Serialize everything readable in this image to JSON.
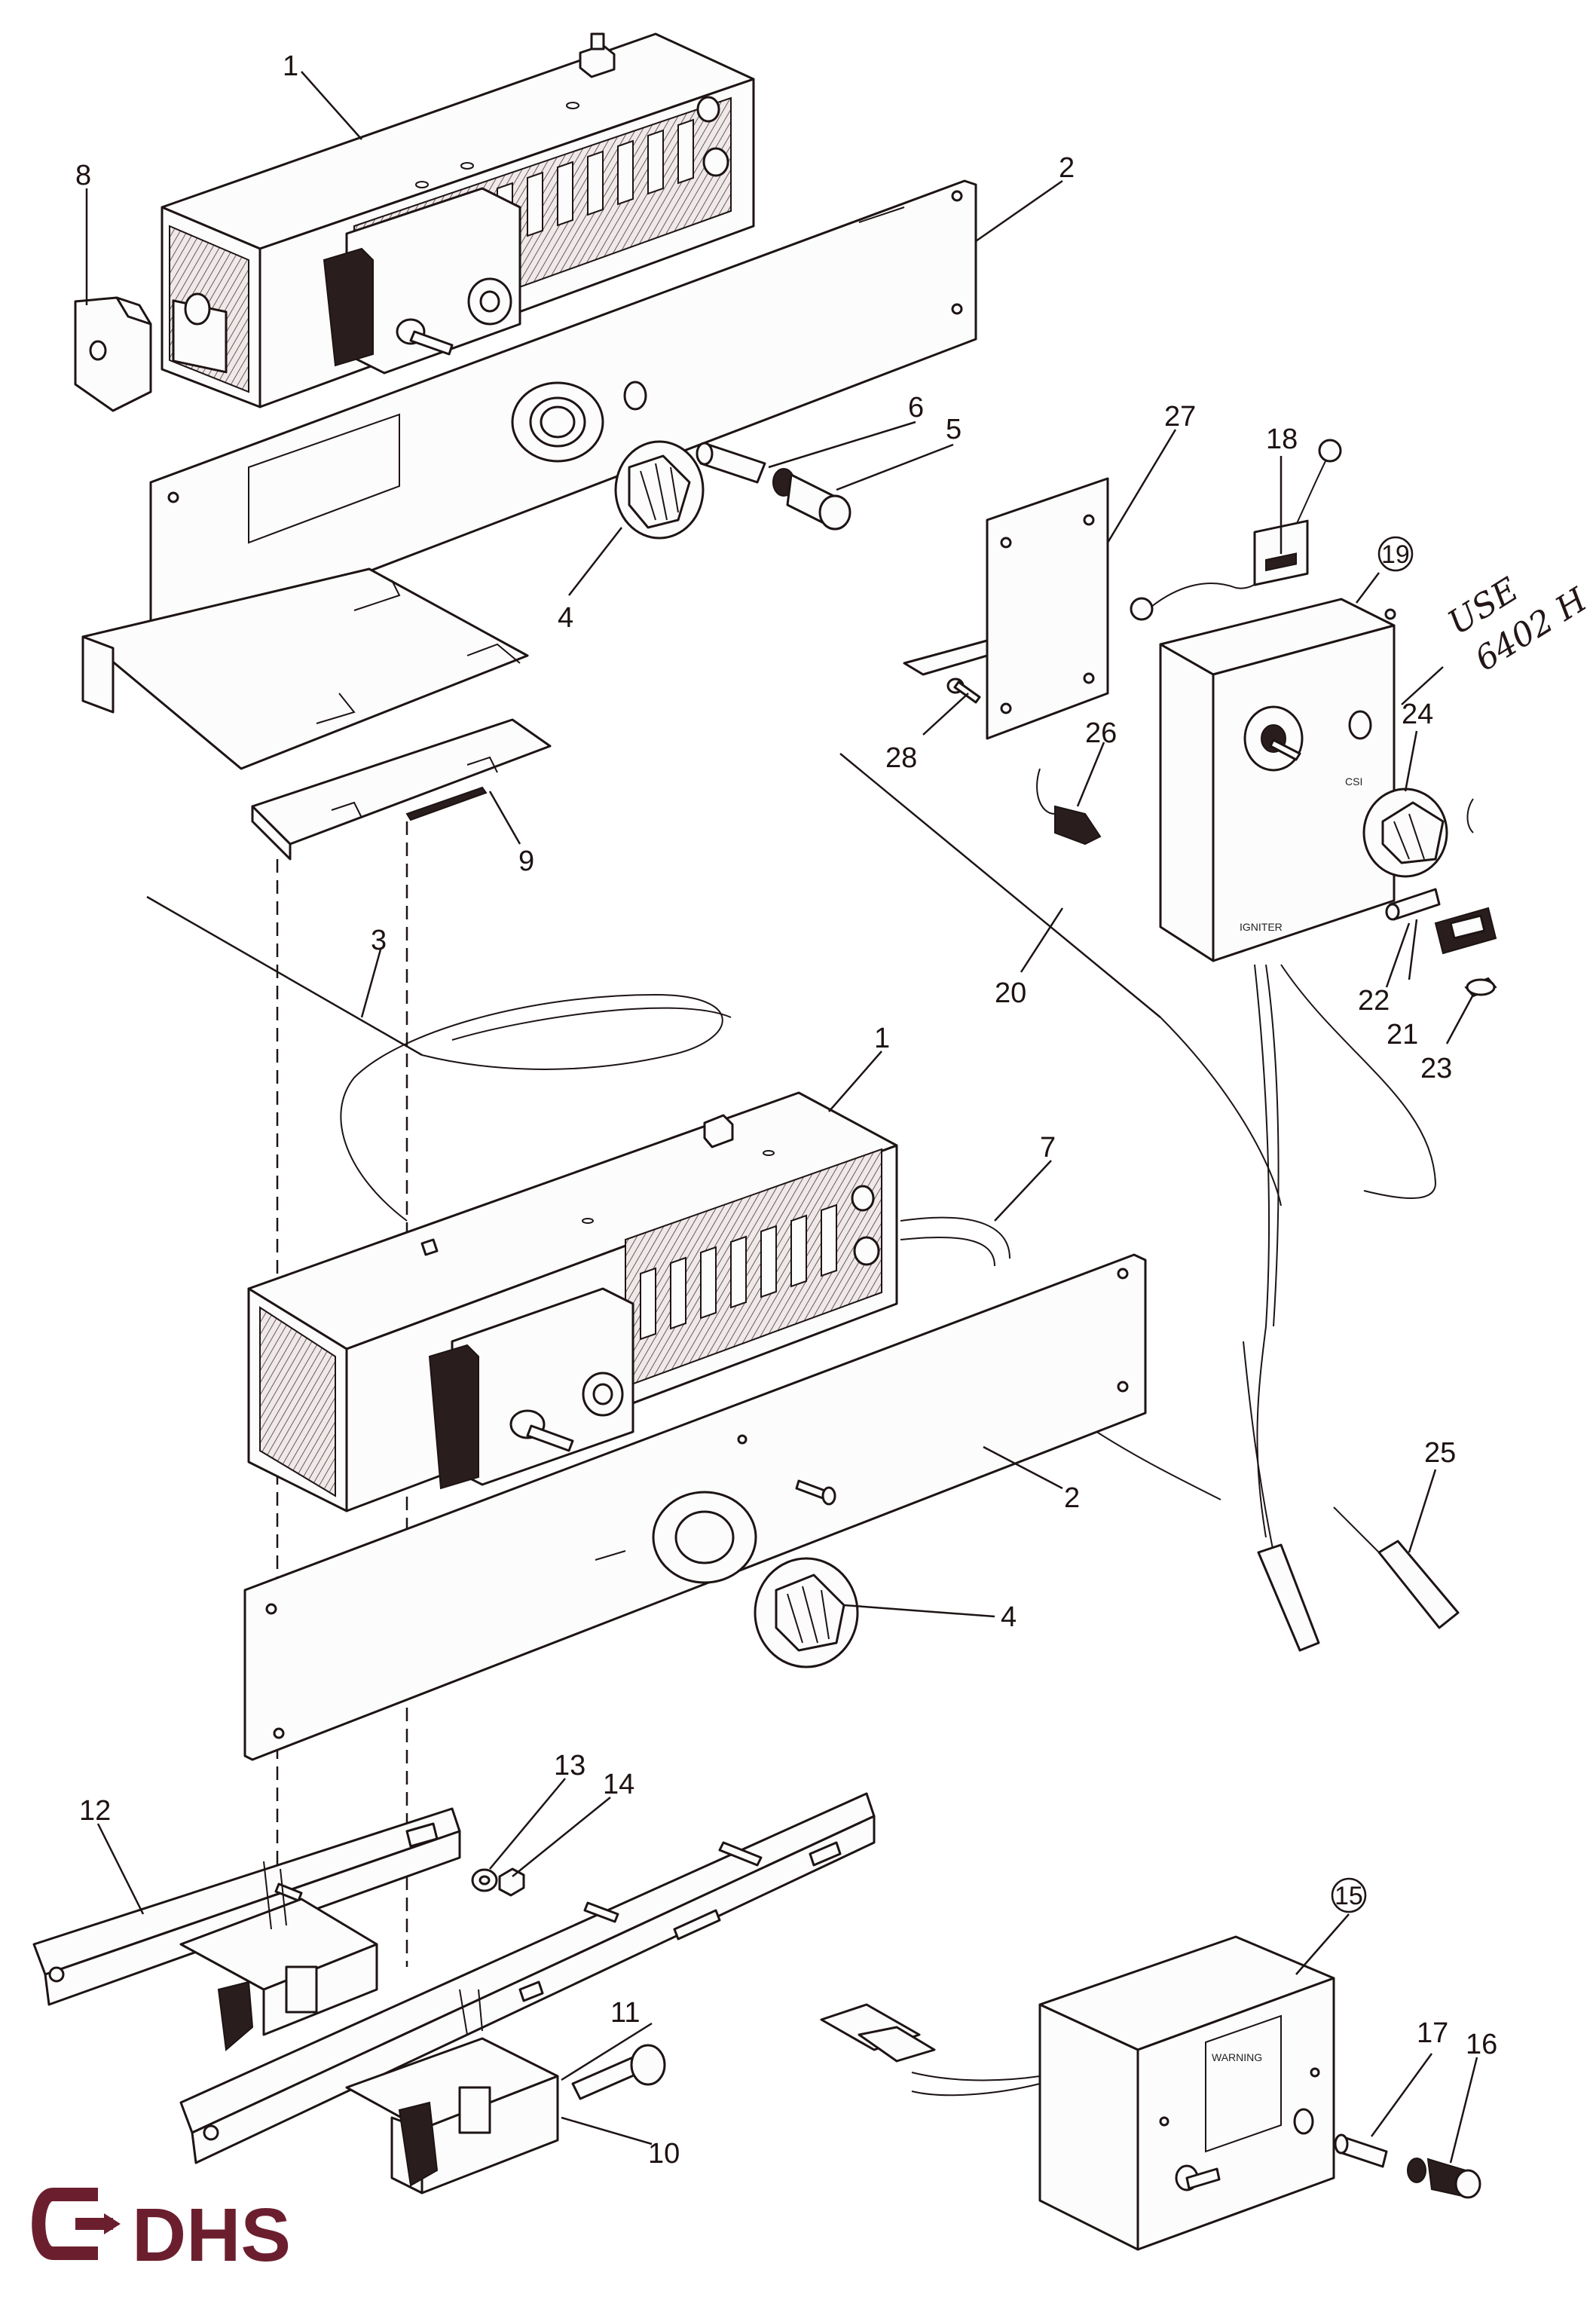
{
  "diagram": {
    "callouts": [
      {
        "id": "1a",
        "text": "1"
      },
      {
        "id": "2a",
        "text": "2"
      },
      {
        "id": "3",
        "text": "3"
      },
      {
        "id": "4a",
        "text": "4"
      },
      {
        "id": "5",
        "text": "5"
      },
      {
        "id": "6",
        "text": "6"
      },
      {
        "id": "8",
        "text": "8"
      },
      {
        "id": "9",
        "text": "9"
      },
      {
        "id": "1b",
        "text": "1"
      },
      {
        "id": "2b",
        "text": "2"
      },
      {
        "id": "4b",
        "text": "4"
      },
      {
        "id": "7",
        "text": "7"
      },
      {
        "id": "10",
        "text": "10"
      },
      {
        "id": "11",
        "text": "11"
      },
      {
        "id": "12",
        "text": "12"
      },
      {
        "id": "13",
        "text": "13"
      },
      {
        "id": "14",
        "text": "14"
      },
      {
        "id": "15",
        "text": "15"
      },
      {
        "id": "16",
        "text": "16"
      },
      {
        "id": "17",
        "text": "17"
      },
      {
        "id": "18",
        "text": "18"
      },
      {
        "id": "19",
        "text": "19"
      },
      {
        "id": "20",
        "text": "20"
      },
      {
        "id": "21",
        "text": "21"
      },
      {
        "id": "22",
        "text": "22"
      },
      {
        "id": "23",
        "text": "23"
      },
      {
        "id": "24",
        "text": "24"
      },
      {
        "id": "25",
        "text": "25"
      },
      {
        "id": "26",
        "text": "26"
      },
      {
        "id": "27",
        "text": "27"
      },
      {
        "id": "28",
        "text": "28"
      }
    ],
    "handwritten_note": {
      "line1": "USE",
      "line2": "6402 H"
    },
    "warning_label": "WARNING",
    "control_box_labels": {
      "brand": "CSI",
      "igniter": "IGNITER"
    },
    "logo": {
      "text": "DHS",
      "color": "#6b1f2e"
    }
  }
}
